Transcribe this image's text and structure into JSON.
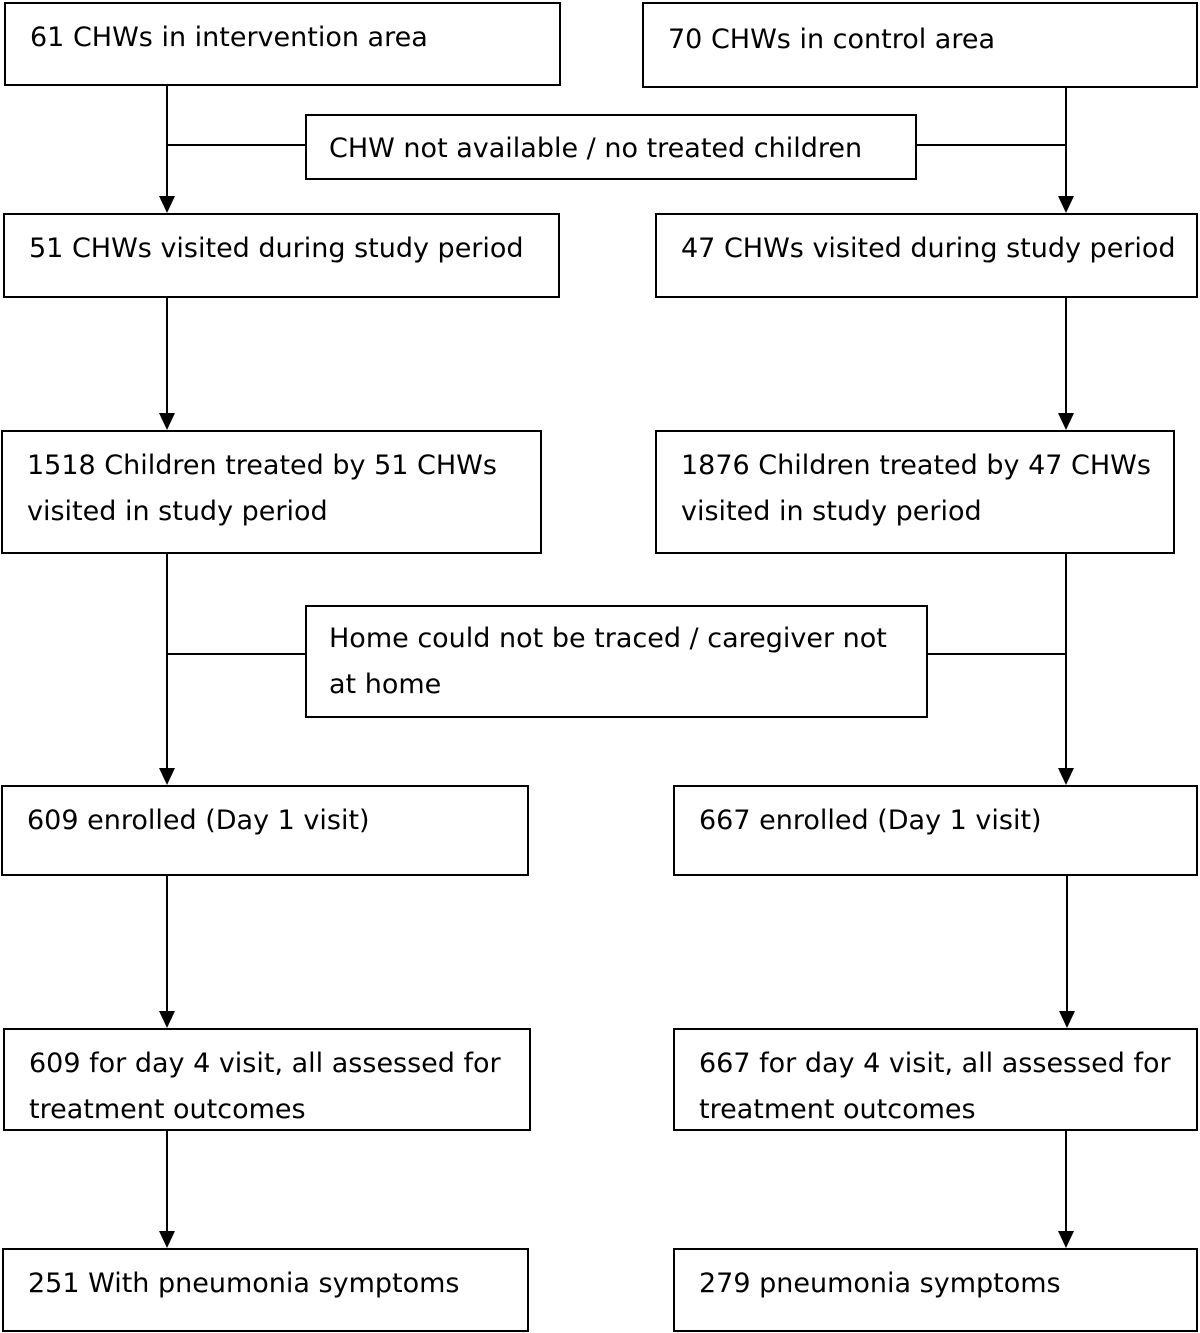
{
  "flowchart": {
    "intervention": {
      "start": "61 CHWs in intervention area",
      "visited": "51 CHWs visited during study period",
      "treated_line1": "1518 Children treated by 51 CHWs",
      "treated_line2": "visited in study period",
      "enrolled": "609 enrolled (Day 1 visit)",
      "day4_line1": "609 for day 4 visit, all assessed for",
      "day4_line2": "treatment outcomes",
      "final": "251 With pneumonia symptoms"
    },
    "control": {
      "start": "70 CHWs in control area",
      "visited": "47 CHWs visited during study period",
      "treated_line1": "1876 Children treated by 47 CHWs",
      "treated_line2": "visited in study period",
      "enrolled": "667 enrolled (Day 1 visit)",
      "day4_line1": "667 for day 4 visit, all assessed for",
      "day4_line2": "treatment outcomes",
      "final": "279 pneumonia symptoms"
    },
    "exclusions": {
      "first": "CHW not available / no treated children",
      "second_line1": "Home could not be traced / caregiver not",
      "second_line2": "at home"
    }
  }
}
